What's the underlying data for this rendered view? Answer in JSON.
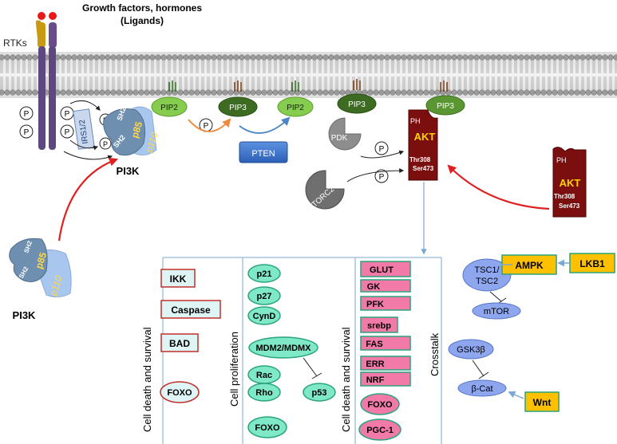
{
  "header": {
    "title_line1": "Growth factors, hormones",
    "title_line2": "(Ligands)",
    "rtks": "RTKs"
  },
  "receptor": {
    "phospho": "P",
    "irs": "IRS1/2"
  },
  "pi3k_active": {
    "sh2_top": "SH2",
    "sh2_bottom": "SH2",
    "p85": "p85",
    "p110": "p110",
    "label": "PI3K"
  },
  "pi3k_inactive": {
    "sh2_top": "SH2",
    "sh2_bottom": "SH2",
    "p85": "p85",
    "p110": "p110",
    "label": "PI3K"
  },
  "membrane": {
    "pip2_first": "PIP2",
    "pip3_first": "PIP3",
    "pip2_second": "PIP2",
    "pip3_pdk": "PIP3",
    "pip3_akt": "PIP3",
    "phospho": "P",
    "pten": "PTEN",
    "pdk": "PDK",
    "mtorc2": "mTORC2"
  },
  "akt_membrane": {
    "ph": "PH",
    "akt": "AKT",
    "thr": "Thr308",
    "ser": "Ser473",
    "phospho": "P"
  },
  "akt_cytosol": {
    "ph": "PH",
    "akt": "AKT",
    "thr": "Thr308",
    "ser": "Ser473"
  },
  "panels": {
    "cell_death_1": "Cell death and survival",
    "cell_prolif": "Cell proliferation",
    "cell_death_2": "Cell death and survival",
    "crosstalk": "Crosstalk"
  },
  "death_targets": [
    "IKK",
    "Caspase",
    "BAD",
    "FOXO"
  ],
  "prolif_targets": {
    "p21": "p21",
    "p27": "p27",
    "cynd": "CynD",
    "mdm2": "MDM2/MDMX",
    "rac": "Rac",
    "rho": "Rho",
    "p53": "p53",
    "foxo": "FOXO"
  },
  "metabolism_targets": {
    "glut": "GLUT",
    "gk": "GK",
    "pfk": "PFK",
    "srebp": "srebp",
    "fas": "FAS",
    "err": "ERR",
    "nrf": "NRF",
    "foxo": "FOXO",
    "pgc1": "PGC-1"
  },
  "crosstalk_targets": {
    "tsc": "TSC1/\nTSC2",
    "tsc_line1": "TSC1/",
    "tsc_line2": "TSC2",
    "mtor": "mTOR",
    "ampk": "AMPK",
    "lkb1": "LKB1",
    "gsk3b": "GSK3β",
    "bcat": "β-Cat",
    "wnt": "Wnt"
  },
  "colors": {
    "red_arrow": "#e02020",
    "blue_arrow": "#4a86c5",
    "orange_arrow": "#ee8a3a",
    "akt_dark": "#7b0e0e",
    "pip_green": "#7ec84a",
    "pip3_dark": "#3d6b22",
    "teal_fill": "#7fe8c7",
    "pink_fill": "#f27aa8",
    "cyan_fill": "#dff4f4",
    "yellow_fill": "#ffc000",
    "lavender_fill": "#8ea6ee"
  }
}
